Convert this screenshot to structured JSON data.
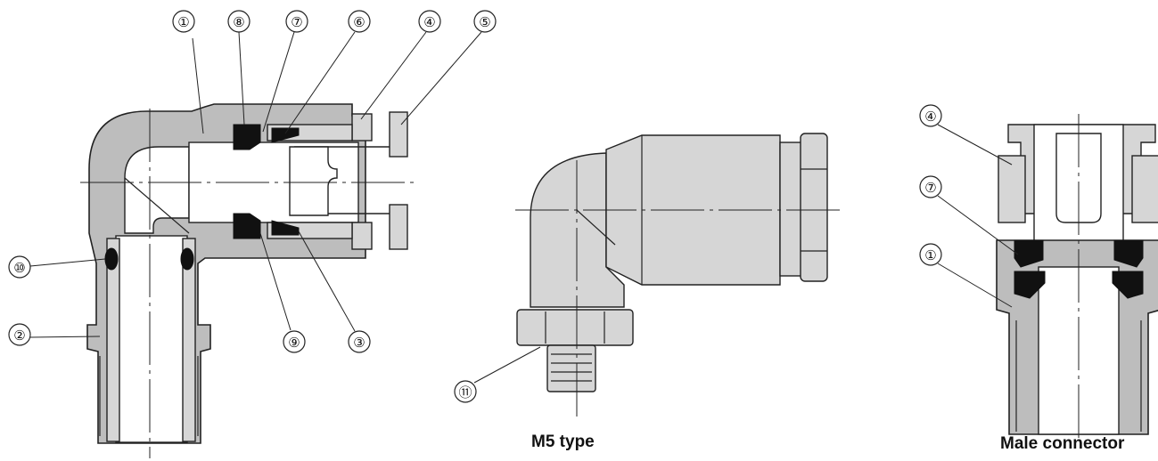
{
  "callouts": {
    "n1": "①",
    "n2": "②",
    "n3": "③",
    "n4": "④",
    "n5": "⑤",
    "n6": "⑥",
    "n7": "⑦",
    "n8": "⑧",
    "n9": "⑨",
    "n10": "⑩",
    "n11": "⑪"
  },
  "captions": {
    "m5": "M5 type",
    "male": "Male connector"
  }
}
